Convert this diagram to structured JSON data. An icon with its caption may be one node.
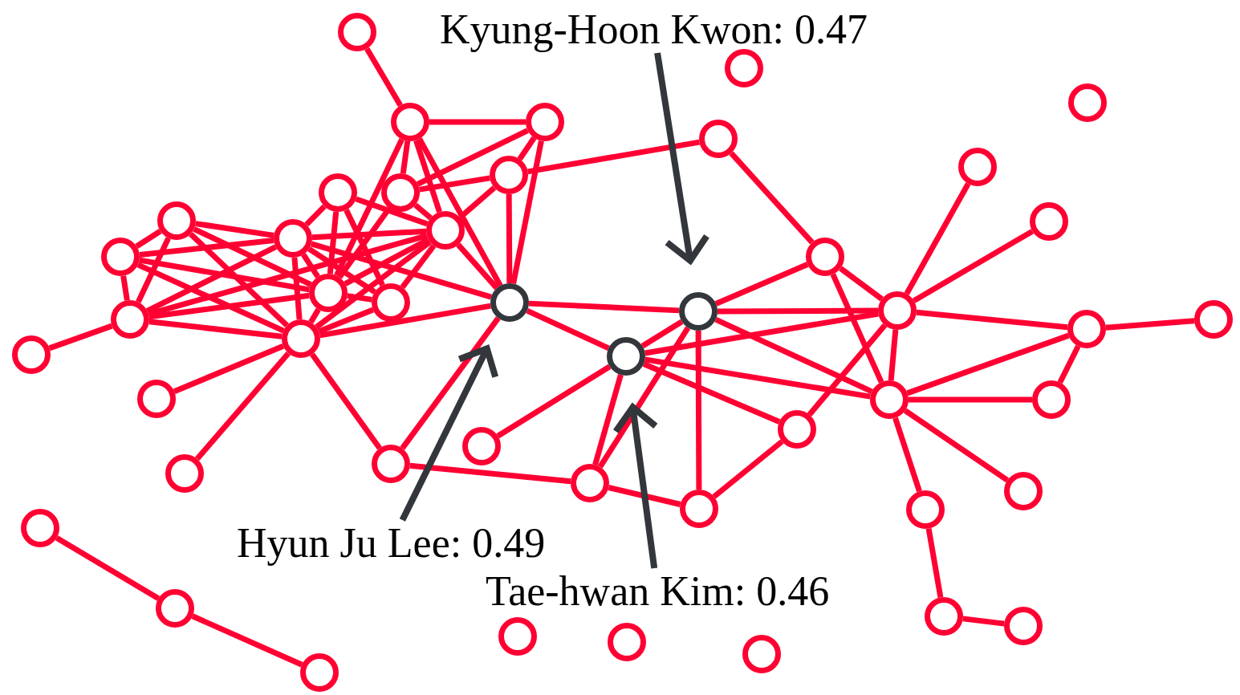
{
  "diagram": {
    "nodes": [
      {
        "text": [],
        "shape": "circle"
      },
      {
        "text": [],
        "shape": "circle"
      },
      {
        "text": [],
        "shape": "circle"
      },
      {
        "text": [],
        "shape": "circle"
      },
      {
        "text": [],
        "shape": "circle"
      },
      {
        "text": [],
        "shape": "circle"
      },
      {
        "text": [],
        "shape": "circle"
      },
      {
        "text": [],
        "shape": "circle"
      },
      {
        "text": [],
        "shape": "circle"
      },
      {
        "text": [],
        "shape": "circle"
      },
      {
        "text": [],
        "shape": "circle"
      },
      {
        "text": [],
        "shape": "circle"
      },
      {
        "text": [],
        "shape": "circle"
      },
      {
        "text": [],
        "shape": "circle"
      },
      {
        "text": [],
        "shape": "circle"
      },
      {
        "text": [],
        "shape": "circle"
      },
      {
        "text": [],
        "shape": "circle"
      },
      {
        "text": [],
        "shape": "circle"
      },
      {
        "text": [],
        "shape": "circle"
      },
      {
        "text": [],
        "shape": "circle"
      },
      {
        "text": [],
        "shape": "circle"
      },
      {
        "text": [],
        "shape": "circle"
      },
      {
        "text": [],
        "shape": "circle"
      },
      {
        "text": [],
        "shape": "circle"
      },
      {
        "text": [],
        "shape": "circle"
      },
      {
        "text": [],
        "shape": "circle"
      },
      {
        "text": [],
        "shape": "circle"
      },
      {
        "text": [],
        "shape": "circle"
      },
      {
        "text": [],
        "shape": "circle"
      },
      {
        "text": [],
        "shape": "circle"
      },
      {
        "text": [],
        "shape": "circle"
      },
      {
        "text": [],
        "shape": "circle"
      },
      {
        "text": [],
        "shape": "circle"
      },
      {
        "text": [],
        "shape": "circle"
      },
      {
        "text": [],
        "shape": "circle"
      },
      {
        "text": [],
        "shape": "circle"
      },
      {
        "text": [],
        "shape": "circle"
      },
      {
        "text": [],
        "shape": "circle"
      },
      {
        "text": [],
        "shape": "circle"
      },
      {
        "text": [],
        "shape": "circle"
      },
      {
        "text": [],
        "shape": "circle"
      },
      {
        "text": [],
        "shape": "circle"
      },
      {
        "text": [],
        "shape": "circle"
      },
      {
        "text": [],
        "shape": "circle"
      },
      {
        "text": [],
        "shape": "circle"
      },
      {
        "text": [],
        "shape": "circle"
      },
      {
        "text": [
          "Kyung-Hoon Kwon: 0.47"
        ]
      },
      {
        "text": [
          "Hyun Ju Lee: 0.49"
        ]
      },
      {
        "text": [
          "Tae-hwan Kim: 0.46"
        ]
      }
    ],
    "edges": [
      {
        "from": 0,
        "to": 3,
        "arrow": "none"
      },
      {
        "from": 3,
        "to": 4,
        "arrow": "none"
      },
      {
        "from": 3,
        "to": 9,
        "arrow": "none"
      },
      {
        "from": 3,
        "to": 12,
        "arrow": "none"
      },
      {
        "from": 3,
        "to": 18,
        "arrow": "none"
      },
      {
        "from": 3,
        "to": 16,
        "arrow": "none"
      },
      {
        "from": 4,
        "to": 6,
        "arrow": "none"
      },
      {
        "from": 4,
        "to": 9,
        "arrow": "none"
      },
      {
        "from": 4,
        "to": 18,
        "arrow": "none"
      },
      {
        "from": 6,
        "to": 5,
        "arrow": "none"
      },
      {
        "from": 6,
        "to": 18,
        "arrow": "none"
      },
      {
        "from": 6,
        "to": 9,
        "arrow": "none"
      },
      {
        "from": 6,
        "to": 12,
        "arrow": "none"
      },
      {
        "from": 5,
        "to": 15,
        "arrow": "none"
      },
      {
        "from": 15,
        "to": 19,
        "arrow": "none"
      },
      {
        "from": 15,
        "to": 20,
        "arrow": "none"
      },
      {
        "from": 15,
        "to": 28,
        "arrow": "none"
      },
      {
        "from": 18,
        "to": 19,
        "arrow": "none"
      },
      {
        "from": 18,
        "to": 26,
        "arrow": "none"
      },
      {
        "from": 18,
        "to": 24,
        "arrow": "none"
      },
      {
        "from": 18,
        "to": 32,
        "arrow": "none"
      },
      {
        "from": 18,
        "to": 13,
        "arrow": "none"
      },
      {
        "from": 18,
        "to": 12,
        "arrow": "none"
      },
      {
        "from": 19,
        "to": 20,
        "arrow": "none"
      },
      {
        "from": 19,
        "to": 26,
        "arrow": "none"
      },
      {
        "from": 19,
        "to": 36,
        "arrow": "none"
      },
      {
        "from": 19,
        "to": 28,
        "arrow": "none"
      },
      {
        "from": 19,
        "to": 34,
        "arrow": "none"
      },
      {
        "from": 26,
        "to": 31,
        "arrow": "none"
      },
      {
        "from": 26,
        "to": 34,
        "arrow": "none"
      },
      {
        "from": 26,
        "to": 20,
        "arrow": "none"
      },
      {
        "from": 26,
        "to": 28,
        "arrow": "none"
      },
      {
        "from": 26,
        "to": 30,
        "arrow": "none"
      },
      {
        "from": 20,
        "to": 7,
        "arrow": "none"
      },
      {
        "from": 20,
        "to": 11,
        "arrow": "none"
      },
      {
        "from": 20,
        "to": 23,
        "arrow": "none"
      },
      {
        "from": 20,
        "to": 28,
        "arrow": "none"
      },
      {
        "from": 20,
        "to": 30,
        "arrow": "none"
      },
      {
        "from": 28,
        "to": 23,
        "arrow": "none"
      },
      {
        "from": 28,
        "to": 29,
        "arrow": "none"
      },
      {
        "from": 28,
        "to": 35,
        "arrow": "none"
      },
      {
        "from": 28,
        "to": 37,
        "arrow": "none"
      },
      {
        "from": 23,
        "to": 22,
        "arrow": "none"
      },
      {
        "from": 23,
        "to": 29,
        "arrow": "none"
      },
      {
        "from": 37,
        "to": 40,
        "arrow": "none"
      },
      {
        "from": 40,
        "to": 41,
        "arrow": "none"
      },
      {
        "from": 30,
        "to": 36,
        "arrow": "none"
      },
      {
        "from": 34,
        "to": 36,
        "arrow": "none"
      },
      {
        "from": 32,
        "to": 34,
        "arrow": "none"
      },
      {
        "from": 24,
        "to": 32,
        "arrow": "none"
      },
      {
        "from": 24,
        "to": 33,
        "arrow": "none"
      },
      {
        "from": 24,
        "to": 27,
        "arrow": "none"
      },
      {
        "from": 25,
        "to": 21,
        "arrow": "none"
      },
      {
        "from": 38,
        "to": 39,
        "arrow": "none"
      },
      {
        "from": 39,
        "to": 45,
        "arrow": "none"
      },
      {
        "from": 10,
        "to": 14,
        "arrow": "none"
      },
      {
        "from": 10,
        "to": 13,
        "arrow": "none"
      },
      {
        "from": 10,
        "to": 16,
        "arrow": "none"
      },
      {
        "from": 10,
        "to": 24,
        "arrow": "none"
      },
      {
        "from": 10,
        "to": 21,
        "arrow": "none"
      },
      {
        "from": 14,
        "to": 21,
        "arrow": "none"
      },
      {
        "from": 14,
        "to": 13,
        "arrow": "none"
      },
      {
        "from": 14,
        "to": 24,
        "arrow": "none"
      },
      {
        "from": 14,
        "to": 16,
        "arrow": "none"
      },
      {
        "from": 21,
        "to": 13,
        "arrow": "none"
      },
      {
        "from": 21,
        "to": 16,
        "arrow": "none"
      },
      {
        "from": 21,
        "to": 24,
        "arrow": "none"
      },
      {
        "from": 21,
        "to": 12,
        "arrow": "none"
      },
      {
        "from": 13,
        "to": 16,
        "arrow": "none"
      },
      {
        "from": 13,
        "to": 24,
        "arrow": "none"
      },
      {
        "from": 13,
        "to": 17,
        "arrow": "none"
      },
      {
        "from": 13,
        "to": 12,
        "arrow": "none"
      },
      {
        "from": 8,
        "to": 16,
        "arrow": "none"
      },
      {
        "from": 8,
        "to": 13,
        "arrow": "none"
      },
      {
        "from": 8,
        "to": 12,
        "arrow": "none"
      },
      {
        "from": 8,
        "to": 17,
        "arrow": "none"
      },
      {
        "from": 9,
        "to": 16,
        "arrow": "none"
      },
      {
        "from": 9,
        "to": 12,
        "arrow": "none"
      },
      {
        "from": 12,
        "to": 16,
        "arrow": "none"
      },
      {
        "from": 12,
        "to": 24,
        "arrow": "none"
      },
      {
        "from": 12,
        "to": 17,
        "arrow": "none"
      },
      {
        "from": 16,
        "to": 24,
        "arrow": "none"
      },
      {
        "from": 16,
        "to": 17,
        "arrow": "none"
      },
      {
        "from": 17,
        "to": 24,
        "arrow": "none"
      },
      {
        "from": 46,
        "to": 19,
        "arrow": "to",
        "color": "#33363a"
      },
      {
        "from": 47,
        "to": 18,
        "arrow": "to",
        "color": "#33363a"
      },
      {
        "from": 48,
        "to": 26,
        "arrow": "to",
        "color": "#33363a"
      }
    ]
  }
}
